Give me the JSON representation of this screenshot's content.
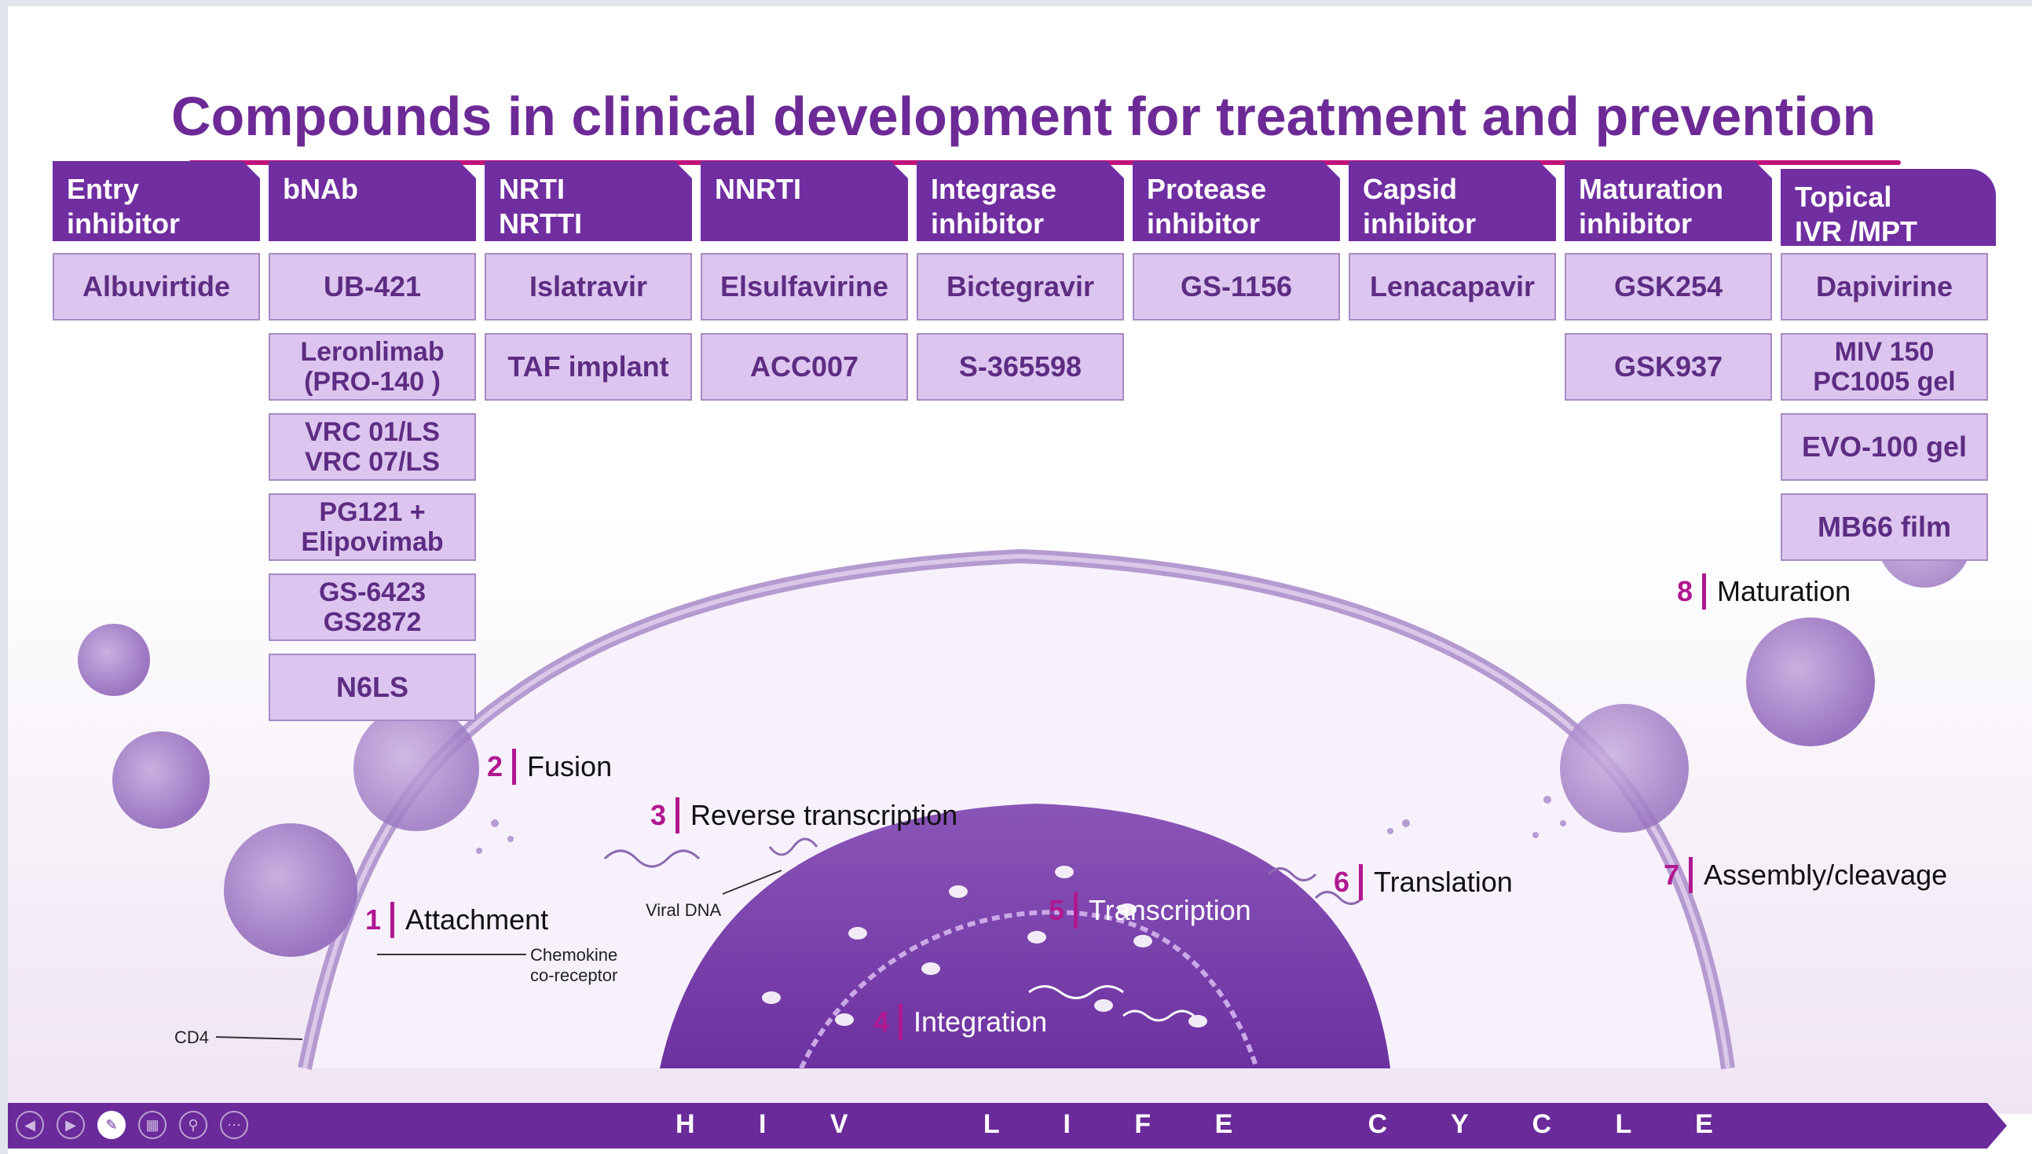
{
  "title": "Compounds in clinical development for treatment and prevention",
  "colors": {
    "header": "#702ea0",
    "cell": "#dcc6ef",
    "accent": "#b01890",
    "title": "#6d2a96"
  },
  "columns": [
    {
      "header": [
        "Entry",
        "inhibitor"
      ],
      "items": [
        "Albuvirtide"
      ]
    },
    {
      "header": [
        "bNAb"
      ],
      "items": [
        "UB-421",
        "Leronlimab\n(PRO-140 )",
        "VRC 01/LS\nVRC 07/LS",
        "PG121 +\nElipovimab",
        "GS-6423\nGS2872",
        "N6LS"
      ]
    },
    {
      "header": [
        "NRTI",
        "NRTTI"
      ],
      "items": [
        "Islatravir",
        "TAF implant"
      ]
    },
    {
      "header": [
        "NNRTI"
      ],
      "items": [
        "Elsulfavirine",
        "ACC007"
      ]
    },
    {
      "header": [
        "Integrase",
        "inhibitor"
      ],
      "items": [
        "Bictegravir",
        "S-365598"
      ]
    },
    {
      "header": [
        "Protease",
        "inhibitor"
      ],
      "items": [
        "GS-1156"
      ]
    },
    {
      "header": [
        "Capsid",
        "inhibitor"
      ],
      "items": [
        "Lenacapavir"
      ]
    },
    {
      "header": [
        "Maturation",
        "inhibitor"
      ],
      "items": [
        "GSK254",
        "GSK937"
      ]
    },
    {
      "header": [
        "Topical",
        "IVR /MPT"
      ],
      "items": [
        "Dapivirine",
        "MIV 150\nPC1005 gel",
        "EVO-100 gel",
        "MB66 film"
      ]
    }
  ],
  "steps": [
    {
      "num": "1",
      "label": "Attachment"
    },
    {
      "num": "2",
      "label": "Fusion"
    },
    {
      "num": "3",
      "label": "Reverse transcription"
    },
    {
      "num": "4",
      "label": "Integration"
    },
    {
      "num": "5",
      "label": "Transcription"
    },
    {
      "num": "6",
      "label": "Translation"
    },
    {
      "num": "7",
      "label": "Assembly/cleavage"
    },
    {
      "num": "8",
      "label": "Maturation"
    }
  ],
  "labels": {
    "viral_dna": "Viral DNA",
    "chemokine_1": "Chemokine",
    "chemokine_2": "co-receptor",
    "cd4": "CD4"
  },
  "footer": "H I V   L I F E   C Y C L E",
  "controls": [
    {
      "icon": "previous-icon"
    },
    {
      "icon": "next-icon"
    },
    {
      "icon": "pen-icon"
    },
    {
      "icon": "slides-icon"
    },
    {
      "icon": "zoom-icon"
    },
    {
      "icon": "more-icon"
    }
  ]
}
